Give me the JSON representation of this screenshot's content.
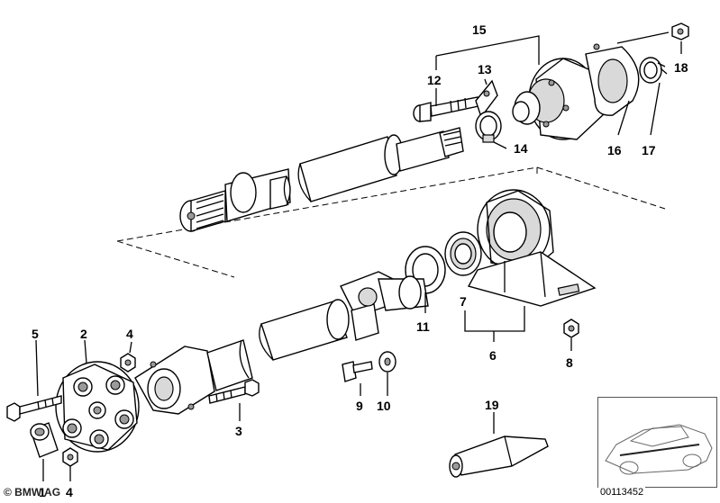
{
  "callouts": {
    "c1": "1",
    "c2": "2",
    "c3": "3",
    "c4a": "4",
    "c4b": "4",
    "c5": "5",
    "c6": "6",
    "c7": "7",
    "c8": "8",
    "c9": "9",
    "c10": "10",
    "c11": "11",
    "c12": "12",
    "c13": "13",
    "c14": "14",
    "c15": "15",
    "c16": "16",
    "c17": "17",
    "c18": "18",
    "c19": "19"
  },
  "footer": {
    "copyright": "© BMW AG",
    "diagram_id": "00113452"
  }
}
